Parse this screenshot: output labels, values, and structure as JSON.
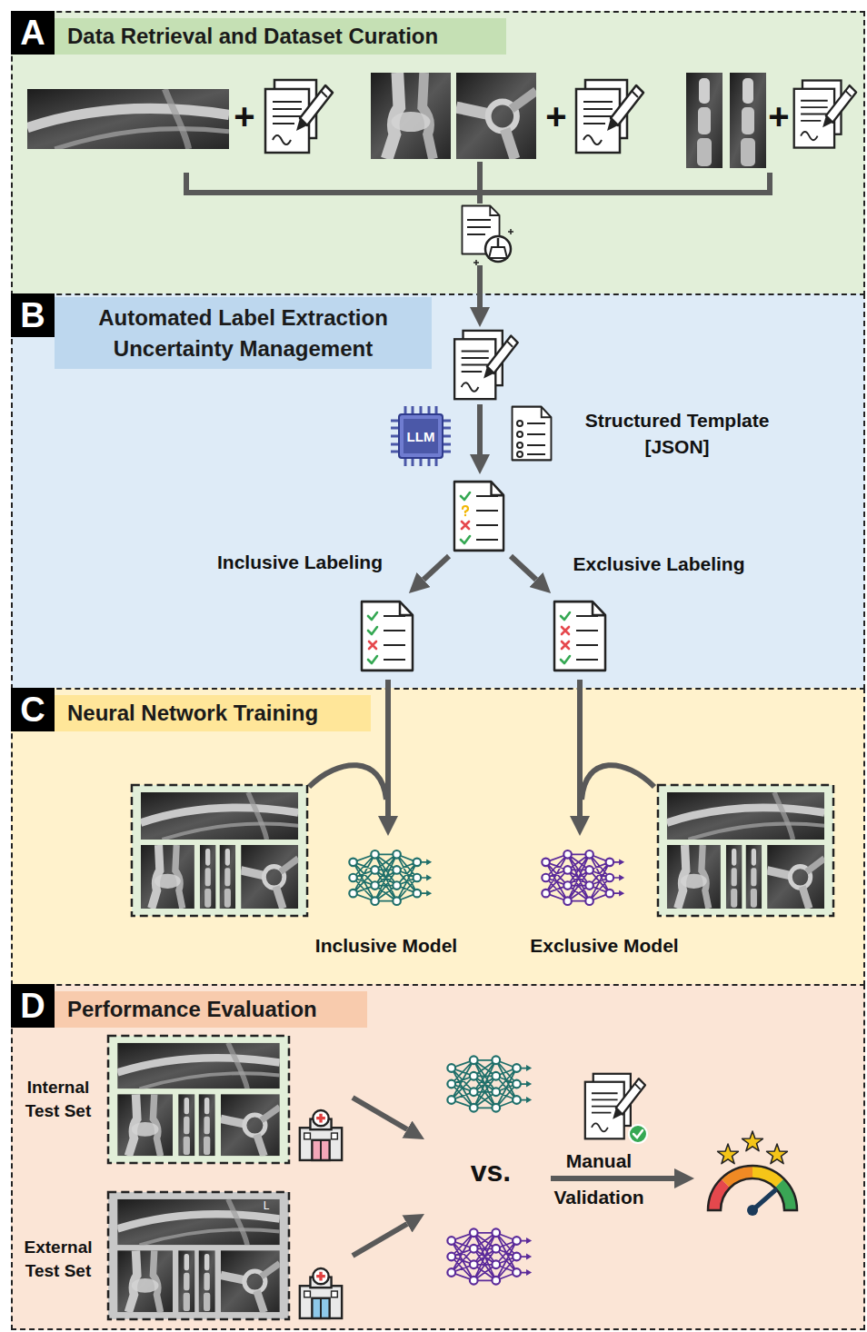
{
  "diagram": {
    "nodes": [
      {
        "text": [
          "A",
          "Data Retrieval and Dataset Curation"
        ]
      },
      {
        "text": [
          "B",
          "Automated Label Extraction Uncertainty Management"
        ]
      },
      {
        "text": [
          "LLM"
        ],
        "in": 1
      },
      {
        "text": [
          "C",
          "Neural Network Training"
        ]
      },
      {
        "text": [
          "D",
          "Performance Evaluation"
        ]
      }
    ],
    "labels": [
      "+",
      "+",
      "+",
      "Structured Template [JSON]",
      "Inclusive Labeling",
      "Exclusive Labeling",
      "Inclusive Model",
      "Exclusive Model",
      "Internal Test Set",
      "External Test Set",
      "L",
      "vs.",
      "Manual Validation"
    ]
  }
}
